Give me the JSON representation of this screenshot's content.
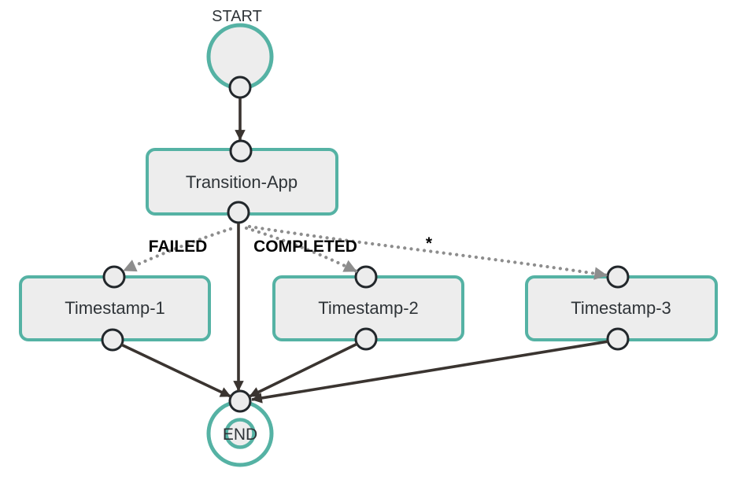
{
  "diagram": {
    "name": "workflow-state-graph"
  },
  "colors": {
    "background": "#ffffff",
    "teal": "#55b2a4",
    "node-fill": "#ededed",
    "port-fill": "#ececec",
    "port-border": "#22272b",
    "edge-solid": "#3a3430",
    "edge-dotted": "#8d8d8d",
    "node-text": "#2f3438",
    "edge-label-text": "#050505"
  },
  "nodes": {
    "start": {
      "label": "START",
      "type": "start"
    },
    "transition_app": {
      "label": "Transition-App",
      "type": "task"
    },
    "timestamp_1": {
      "label": "Timestamp-1",
      "type": "task"
    },
    "timestamp_2": {
      "label": "Timestamp-2",
      "type": "task"
    },
    "timestamp_3": {
      "label": "Timestamp-3",
      "type": "task"
    },
    "end": {
      "label": "END",
      "type": "end"
    }
  },
  "edges": [
    {
      "from": "START",
      "to": "Transition-App",
      "style": "solid",
      "label": ""
    },
    {
      "from": "Transition-App",
      "to": "Timestamp-1",
      "style": "dotted",
      "label": "FAILED"
    },
    {
      "from": "Transition-App",
      "to": "Timestamp-2",
      "style": "dotted",
      "label": "COMPLETED"
    },
    {
      "from": "Transition-App",
      "to": "Timestamp-3",
      "style": "dotted",
      "label": "*"
    },
    {
      "from": "Transition-App",
      "to": "END",
      "style": "solid",
      "label": ""
    },
    {
      "from": "Timestamp-1",
      "to": "END",
      "style": "solid",
      "label": ""
    },
    {
      "from": "Timestamp-2",
      "to": "END",
      "style": "solid",
      "label": ""
    },
    {
      "from": "Timestamp-3",
      "to": "END",
      "style": "solid",
      "label": ""
    }
  ]
}
